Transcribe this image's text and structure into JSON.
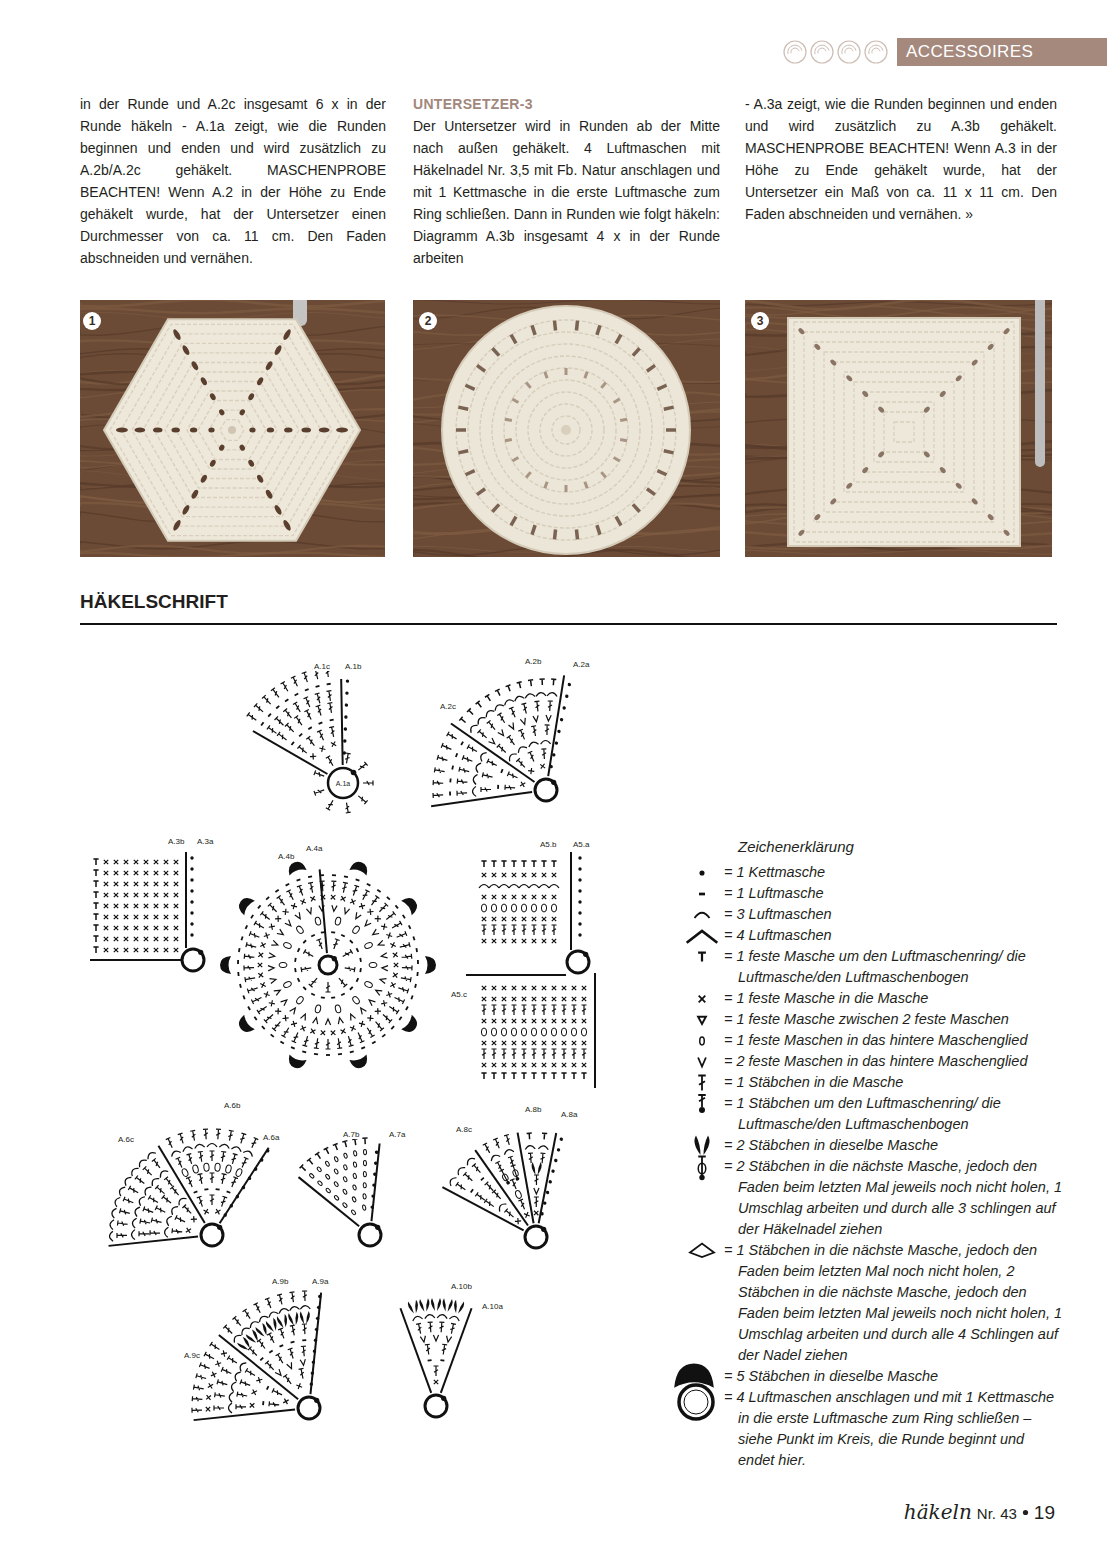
{
  "diagram": {
    "title": "HÄKELSCHRIFT",
    "nodes": [
      {
        "text": [
          "ACCESSOIRES"
        ]
      },
      {
        "text": [
          "1"
        ]
      },
      {
        "text": [
          "2"
        ]
      },
      {
        "text": [
          "3"
        ]
      },
      {
        "text": [
          "A.1a"
        ]
      }
    ],
    "labels": [
      "in der Runde und A.2c insgesamt 6 x in der Runde häkeln - A.1a zeigt, wie die Runden beginnen und enden und wird zusätzlich zu A.2b/A.2c gehäkelt. MASCHENPROBE BEACHTEN! Wenn A.2 in der Höhe zu Ende gehäkelt wurde, hat der Untersetzer einen Durchmesser von ca. 11 cm. Den Faden abschneiden und vernähen.",
      "UNTERSETZER-3",
      "Der Untersetzer wird in Runden ab der Mitte nach außen gehäkelt. 4 Luftmaschen mit Häkelnadel Nr. 3,5 mit Fb. Natur anschlagen und mit 1 Kettmasche in die erste Luftmasche zum Ring schließen. Dann in Runden wie folgt häkeln: Diagramm A.3b insgesamt 4 x in der Runde arbeiten",
      "- A.3a zeigt, wie die Runden beginnen und enden und wird zusätzlich zu A.3b gehäkelt. MASCHENPROBE BEACHTEN! Wenn A.3 in der Höhe zu Ende gehäkelt wurde, hat der Untersetzer ein Maß von ca. 11 x 11 cm. Den Faden abschneiden und vernähen. »",
      "A.1c",
      "A.1b",
      "A.2b",
      "A.2a",
      "A.2c",
      "A.3b",
      "A.3a",
      "A.4b",
      "A.4a",
      "A5.b",
      "A5.a",
      "A5.c",
      "A.6b",
      "A.6c",
      "A.6a",
      "A.7b",
      "A.7a",
      "A.8b",
      "A.8a",
      "A.8c",
      "A.9b",
      "A.9a",
      "A.9c",
      "A.10b",
      "A.10a",
      "Zeichenerklärung",
      "häkeln",
      "Nr. 43",
      "19"
    ],
    "legend": [
      {
        "text": "= 1 Kettmasche"
      },
      {
        "text": "= 1 Luftmasche"
      },
      {
        "text": "= 3 Luftmaschen"
      },
      {
        "text": "= 4 Luftmaschen"
      },
      {
        "text": "= 1 feste Masche um den Luftmaschenring/ die Luftmasche/den Luftmaschenbogen"
      },
      {
        "text": "= 1 feste Masche in die Masche"
      },
      {
        "text": "= 1 feste Masche zwischen 2 feste Maschen"
      },
      {
        "text": "= 1 feste Maschen in das hintere Maschenglied"
      },
      {
        "text": "= 2 feste Maschen in das hintere Maschenglied"
      },
      {
        "text": "= 1 Stäbchen in die Masche"
      },
      {
        "text": "= 1 Stäbchen um den Luftmaschenring/ die Luftmasche/den Luftmaschenbogen"
      },
      {
        "text": "= 2 Stäbchen in dieselbe Masche"
      },
      {
        "text": "= 2 Stäbchen in die nächste Masche, jedoch den Faden beim letzten Mal jeweils noch nicht holen, 1 Umschlag arbeiten und durch alle 3 schlingen auf der Häkelnadel ziehen"
      },
      {
        "text": "= 1 Stäbchen in die nächste Masche, jedoch den Faden beim letzten Mal noch nicht holen, 2 Stäbchen in die nächste Masche, jedoch den Faden beim letzten Mal jeweils noch nicht holen, 1 Umschlag arbeiten und durch alle 4 Schlingen auf der Nadel ziehen"
      },
      {
        "text": "= 5 Stäbchen in dieselbe Masche"
      },
      {
        "text": "= 4 Luftmaschen anschlagen und mit 1 Kettmasche in die erste Luftmasche zum Ring schließen – siehe Punkt im Kreis, die Runde beginnt und endet hier."
      }
    ]
  }
}
